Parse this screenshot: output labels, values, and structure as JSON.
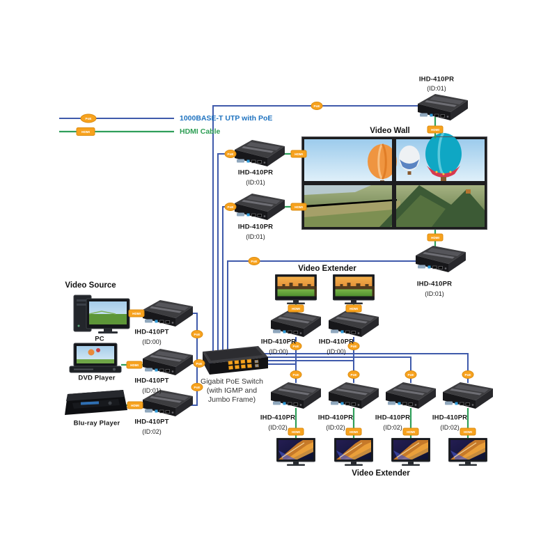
{
  "legend": {
    "poe_label": "1000BASE-T UTP with PoE",
    "hdmi_label": "HDMI Cable",
    "poe_tag": "PoE",
    "hdmi_tag": "HDMI",
    "poe_text_color": "#1f73c0",
    "hdmi_text_color": "#2e9e55"
  },
  "colors": {
    "utp_cable": "#3f5aab",
    "hdmi_cable": "#2f9e5a",
    "cable_marker": "#f7a21e"
  },
  "titles": {
    "video_source": "Video Source",
    "video_wall": "Video Wall",
    "video_extender_mid": "Video Extender",
    "video_extender_bottom": "Video Extender"
  },
  "sources": {
    "pc": "PC",
    "dvd": "DVD Player",
    "bluray": "Blu-ray Player"
  },
  "switch": {
    "name": "Gigabit PoE Switch",
    "line2": "(with IGMP and",
    "line3": "Jumbo Frame)"
  },
  "transmitters": [
    {
      "model": "IHD-410PT",
      "id": "(ID:00)"
    },
    {
      "model": "IHD-410PT",
      "id": "(ID:01)"
    },
    {
      "model": "IHD-410PT",
      "id": "(ID:02)"
    }
  ],
  "receivers": {
    "top": {
      "model": "IHD-410PR",
      "id": "(ID:01)"
    },
    "wall_left_1": {
      "model": "IHD-410PR",
      "id": "(ID:01)"
    },
    "wall_left_2": {
      "model": "IHD-410PR",
      "id": "(ID:01)"
    },
    "wall_right": {
      "model": "IHD-410PR",
      "id": "(ID:01)"
    },
    "mid": [
      {
        "model": "IHD-410PR",
        "id": "(ID:00)"
      },
      {
        "model": "IHD-410PR",
        "id": "(ID:00)"
      }
    ],
    "bottom": [
      {
        "model": "IHD-410PR",
        "id": "(ID:02)"
      },
      {
        "model": "IHD-410PR",
        "id": "(ID:02)"
      },
      {
        "model": "IHD-410PR",
        "id": "(ID:02)"
      },
      {
        "model": "IHD-410PR",
        "id": "(ID:02)"
      }
    ]
  }
}
